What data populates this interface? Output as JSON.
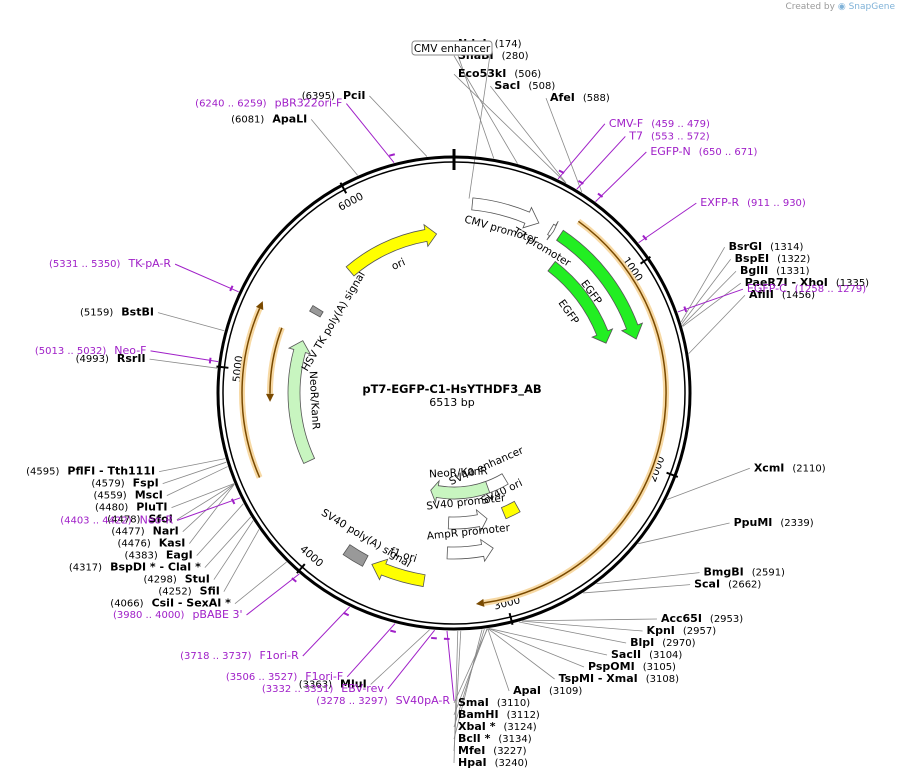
{
  "credit": {
    "prefix": "Created by",
    "brand": "SnapGene"
  },
  "plasmid": {
    "name": "pT7-EGFP-C1-HsYTHDF3_AB",
    "size_label": "6513 bp",
    "length": 6513
  },
  "colors": {
    "primer": "#a020c8",
    "orf_band": "#f0a43a",
    "egfp": "#22ee22",
    "ori": "#ffff00",
    "kanr": "#c8f5c0",
    "promoter": "#ffffff",
    "polyA": "#999999"
  },
  "ticks": [
    {
      "bp": 1000,
      "label": "1000"
    },
    {
      "bp": 2000,
      "label": "2000"
    },
    {
      "bp": 3000,
      "label": "3000"
    },
    {
      "bp": 4000,
      "label": "4000"
    },
    {
      "bp": 5000,
      "label": "5000"
    },
    {
      "bp": 6000,
      "label": "6000"
    }
  ],
  "features": [
    {
      "name": "CMV promoter",
      "start": 100,
      "end": 480,
      "ring": 1,
      "kind": "promoter",
      "dir": 1
    },
    {
      "name": "T7 promoter",
      "start": 553,
      "end": 572,
      "ring": 1,
      "kind": "promoter",
      "dir": 1
    },
    {
      "name": "EGFP",
      "start": 613,
      "end": 1330,
      "ring": 1,
      "kind": "egfp",
      "dir": 1
    },
    {
      "name": "EGFP",
      "start": 680,
      "end": 1300,
      "ring": 2,
      "kind": "egfp",
      "dir": 1
    },
    {
      "name": "SV40 ori",
      "start": 2730,
      "end": 2850,
      "ring": 3,
      "kind": "ori",
      "dir": 0
    },
    {
      "name": "SV40 enhancer",
      "start": 2700,
      "end": 2950,
      "ring": 4,
      "kind": "promoter",
      "dir": 0
    },
    {
      "name": "SV40 promoter",
      "start": 2990,
      "end": 3300,
      "ring": 3,
      "kind": "promoter",
      "dir": -1
    },
    {
      "name": "AmpR promoter",
      "start": 3000,
      "end": 3300,
      "ring": 2,
      "kind": "promoter",
      "dir": -1
    },
    {
      "name": "f1 ori",
      "start": 3420,
      "end": 3720,
      "ring": 1,
      "kind": "ori",
      "dir": 1
    },
    {
      "name": "SV40 poly(A) signal",
      "start": 3760,
      "end": 3880,
      "ring": 1,
      "kind": "polyA",
      "dir": 0
    },
    {
      "name": "NeoR/KanR",
      "start": 2900,
      "end": 3500,
      "ring": 4,
      "kind": "kanr",
      "dir": 1
    },
    {
      "name": "NeoR/KanR",
      "start": 4430,
      "end": 5230,
      "ring": 2,
      "kind": "kanr",
      "dir": 1
    },
    {
      "name": "HSV TK poly(A) signal",
      "start": 5420,
      "end": 5460,
      "ring": 2,
      "kind": "polyA",
      "dir": 0
    },
    {
      "name": "ori",
      "start": 5780,
      "end": 6400,
      "ring": 2,
      "kind": "ori",
      "dir": 1
    }
  ],
  "orf_bands": [
    {
      "start": 650,
      "end": 3110,
      "dir": 1
    },
    {
      "start": 4460,
      "end": 5310,
      "dir": 1
    },
    {
      "start": 4880,
      "end": 5260,
      "dir": -1
    }
  ],
  "boxed_label": {
    "text": "CMV enhancer"
  },
  "sites": [
    {
      "name": "NdeI",
      "pos": "(174)",
      "bp": 174
    },
    {
      "name": "SnaBI",
      "pos": "(280)",
      "bp": 280
    },
    {
      "name": "Eco53kI",
      "pos": "(506)",
      "bp": 506
    },
    {
      "name": "SacI",
      "pos": "(508)",
      "bp": 508
    },
    {
      "name": "AfeI",
      "pos": "(588)",
      "bp": 588
    },
    {
      "name": "BsrGI",
      "pos": "(1314)",
      "bp": 1314
    },
    {
      "name": "BspEI",
      "pos": "(1322)",
      "bp": 1322
    },
    {
      "name": "BglII",
      "pos": "(1331)",
      "bp": 1331
    },
    {
      "name": "PaeR7I - XhoI",
      "pos": "(1335)",
      "bp": 1335
    },
    {
      "name": "AflII",
      "pos": "(1456)",
      "bp": 1456
    },
    {
      "name": "XcmI",
      "pos": "(2110)",
      "bp": 2110
    },
    {
      "name": "PpuMI",
      "pos": "(2339)",
      "bp": 2339
    },
    {
      "name": "BmgBI",
      "pos": "(2591)",
      "bp": 2591
    },
    {
      "name": "ScaI",
      "pos": "(2662)",
      "bp": 2662
    },
    {
      "name": "Acc65I",
      "pos": "(2953)",
      "bp": 2953
    },
    {
      "name": "KpnI",
      "pos": "(2957)",
      "bp": 2957
    },
    {
      "name": "BlpI",
      "pos": "(2970)",
      "bp": 2970
    },
    {
      "name": "SacII",
      "pos": "(3104)",
      "bp": 3104
    },
    {
      "name": "PspOMI",
      "pos": "(3105)",
      "bp": 3105
    },
    {
      "name": "TspMI - XmaI",
      "pos": "(3108)",
      "bp": 3108
    },
    {
      "name": "ApaI",
      "pos": "(3109)",
      "bp": 3109
    },
    {
      "name": "SmaI",
      "pos": "(3110)",
      "bp": 3110
    },
    {
      "name": "BamHI",
      "pos": "(3112)",
      "bp": 3112
    },
    {
      "name": "XbaI *",
      "pos": "(3124)",
      "bp": 3124
    },
    {
      "name": "BclI *",
      "pos": "(3134)",
      "bp": 3134
    },
    {
      "name": "MfeI",
      "pos": "(3227)",
      "bp": 3227
    },
    {
      "name": "HpaI",
      "pos": "(3240)",
      "bp": 3240
    },
    {
      "name": "MluI",
      "pos": "(3363)",
      "bp": 3363
    },
    {
      "name": "CsiI - SexAI *",
      "pos": "(4066)",
      "bp": 4066
    },
    {
      "name": "SfiI",
      "pos": "(4252)",
      "bp": 4252
    },
    {
      "name": "StuI",
      "pos": "(4298)",
      "bp": 4298
    },
    {
      "name": "BspDI * - ClaI *",
      "pos": "(4317)",
      "bp": 4317
    },
    {
      "name": "EagI",
      "pos": "(4383)",
      "bp": 4383
    },
    {
      "name": "KasI",
      "pos": "(4476)",
      "bp": 4476
    },
    {
      "name": "NarI",
      "pos": "(4477)",
      "bp": 4477
    },
    {
      "name": "SfoI",
      "pos": "(4478)",
      "bp": 4478
    },
    {
      "name": "PluTI",
      "pos": "(4480)",
      "bp": 4480
    },
    {
      "name": "MscI",
      "pos": "(4559)",
      "bp": 4559
    },
    {
      "name": "FspI",
      "pos": "(4579)",
      "bp": 4579
    },
    {
      "name": "PflFI - Tth111I",
      "pos": "(4595)",
      "bp": 4595
    },
    {
      "name": "RsrII",
      "pos": "(4993)",
      "bp": 4993
    },
    {
      "name": "BstBI",
      "pos": "(5159)",
      "bp": 5159
    },
    {
      "name": "ApaLI",
      "pos": "(6081)",
      "bp": 6081
    },
    {
      "name": "PciI",
      "pos": "(6395)",
      "bp": 6395
    }
  ],
  "primers": [
    {
      "name": "CMV-F",
      "pos": "(459 .. 479)",
      "bp": 469
    },
    {
      "name": "T7",
      "pos": "(553 .. 572)",
      "bp": 562
    },
    {
      "name": "EGFP-N",
      "pos": "(650 .. 671)",
      "bp": 660
    },
    {
      "name": "EXFP-R",
      "pos": "(911 .. 930)",
      "bp": 920
    },
    {
      "name": "EGFP-C",
      "pos": "(1258 .. 1279)",
      "bp": 1268
    },
    {
      "name": "pBABE 3'",
      "pos": "(3980 .. 4000)",
      "bp": 3990
    },
    {
      "name": "F1ori-R",
      "pos": "(3718 .. 3737)",
      "bp": 3727
    },
    {
      "name": "F1ori-F",
      "pos": "(3506 .. 3527)",
      "bp": 3516
    },
    {
      "name": "EBV-rev",
      "pos": "(3332 .. 3351)",
      "bp": 3341
    },
    {
      "name": "SV40pA-R",
      "pos": "(3278 .. 3297)",
      "bp": 3287
    },
    {
      "name": "Neo-R",
      "pos": "(4403 .. 4422)",
      "bp": 4412
    },
    {
      "name": "Neo-F",
      "pos": "(5013 .. 5032)",
      "bp": 5022
    },
    {
      "name": "TK-pA-R",
      "pos": "(5331 .. 5350)",
      "bp": 5340
    },
    {
      "name": "pBR322ori-F",
      "pos": "(6240 .. 6259)",
      "bp": 6249
    }
  ]
}
